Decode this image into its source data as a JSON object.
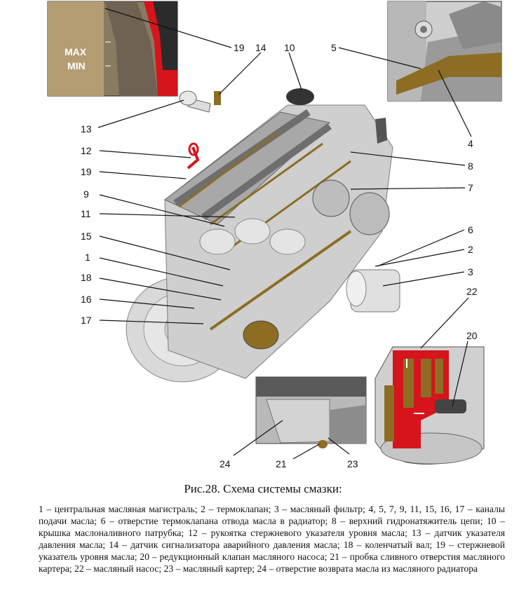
{
  "inset_labels": {
    "max": "MAX",
    "min": "MIN"
  },
  "callouts": [
    {
      "id": "c19top",
      "text": "19"
    },
    {
      "id": "c14",
      "text": "14"
    },
    {
      "id": "c10",
      "text": "10"
    },
    {
      "id": "c5",
      "text": "5"
    },
    {
      "id": "c4",
      "text": "4"
    },
    {
      "id": "c13",
      "text": "13"
    },
    {
      "id": "c12",
      "text": "12"
    },
    {
      "id": "c19",
      "text": "19"
    },
    {
      "id": "c9",
      "text": "9"
    },
    {
      "id": "c11",
      "text": "11"
    },
    {
      "id": "c15",
      "text": "15"
    },
    {
      "id": "c1",
      "text": "1"
    },
    {
      "id": "c18",
      "text": "18"
    },
    {
      "id": "c16",
      "text": "16"
    },
    {
      "id": "c17",
      "text": "17"
    },
    {
      "id": "c8",
      "text": "8"
    },
    {
      "id": "c7",
      "text": "7"
    },
    {
      "id": "c6",
      "text": "6"
    },
    {
      "id": "c2",
      "text": "2"
    },
    {
      "id": "c3",
      "text": "3"
    },
    {
      "id": "c22",
      "text": "22"
    },
    {
      "id": "c20",
      "text": "20"
    },
    {
      "id": "c24",
      "text": "24"
    },
    {
      "id": "c21",
      "text": "21"
    },
    {
      "id": "c23",
      "text": "23"
    }
  ],
  "caption": "Рис.28. Схема системы смазки:",
  "legend": "1 – центральная масляная магистраль; 2 – термоклапан; 3 – масляный фильтр; 4, 5, 7, 9, 11, 15, 16, 17 – каналы подачи масла; 6 – отверстие термоклапана отвода масла в радиатор; 8 – верхний гидронатяжитель цепи; 10 – крышка маслоналивного патрубка; 12 – рукоятка стержневого указателя уровня масла; 13 – датчик указателя давления масла; 14 – датчик сигнализатора аварийного давления масла; 18 – коленчатый вал; 19 – стержневой указатель уровня масла; 20 – редукционный клапан масляного насоса; 21 – пробка сливного отверстия масляного картера; 22 – масляный насос; 23 – масляный картер; 24 – отверстие возврата масла из масляного радиатора"
}
